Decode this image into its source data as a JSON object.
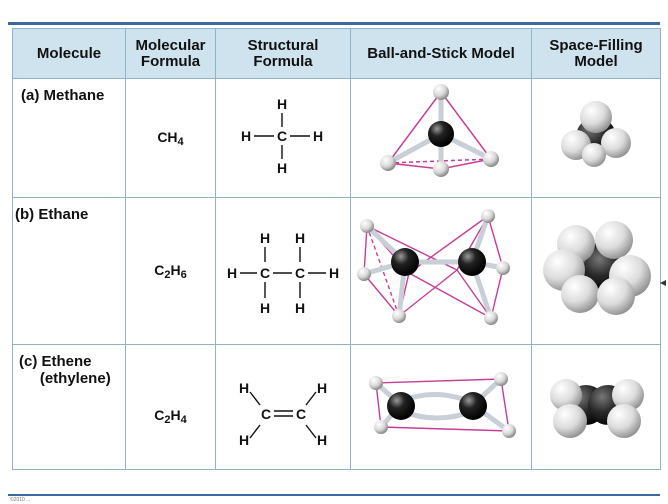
{
  "headers": {
    "molecule": "Molecule",
    "molecular_formula": "Molecular\nFormula",
    "structural_formula": "Structural\nFormula",
    "ball_and_stick": "Ball-and-Stick Model",
    "space_filling": "Space-Filling\nModel"
  },
  "rows": [
    {
      "name": "(a) Methane",
      "formula_main": "CH",
      "formula_sub": "4",
      "structure_labels": {
        "h_top": "H",
        "h_left": "H",
        "c": "C",
        "h_right": "H",
        "h_bottom": "H"
      }
    },
    {
      "name": "(b) Ethane",
      "formula_c": "C",
      "formula_c_sub": "2",
      "formula_h": "H",
      "formula_h_sub": "6",
      "structure_labels": {
        "h1": "H",
        "h2": "H",
        "h_left": "H",
        "c1": "C",
        "c2": "C",
        "h_right": "H",
        "h3": "H",
        "h4": "H"
      }
    },
    {
      "name": "(c) Ethene\n     (ethylene)",
      "formula_c": "C",
      "formula_c_sub": "2",
      "formula_h": "H",
      "formula_h_sub": "4",
      "structure_labels": {
        "h_tl": "H",
        "h_tr": "H",
        "c1": "C",
        "c2": "C",
        "h_bl": "H",
        "h_br": "H"
      }
    }
  ],
  "footnote": "©2010 ...",
  "colors": {
    "header_bg": "#cfe3ef",
    "border": "#8fb3c9",
    "accent_line": "#3b6aa0",
    "stick": "#c83c96"
  }
}
